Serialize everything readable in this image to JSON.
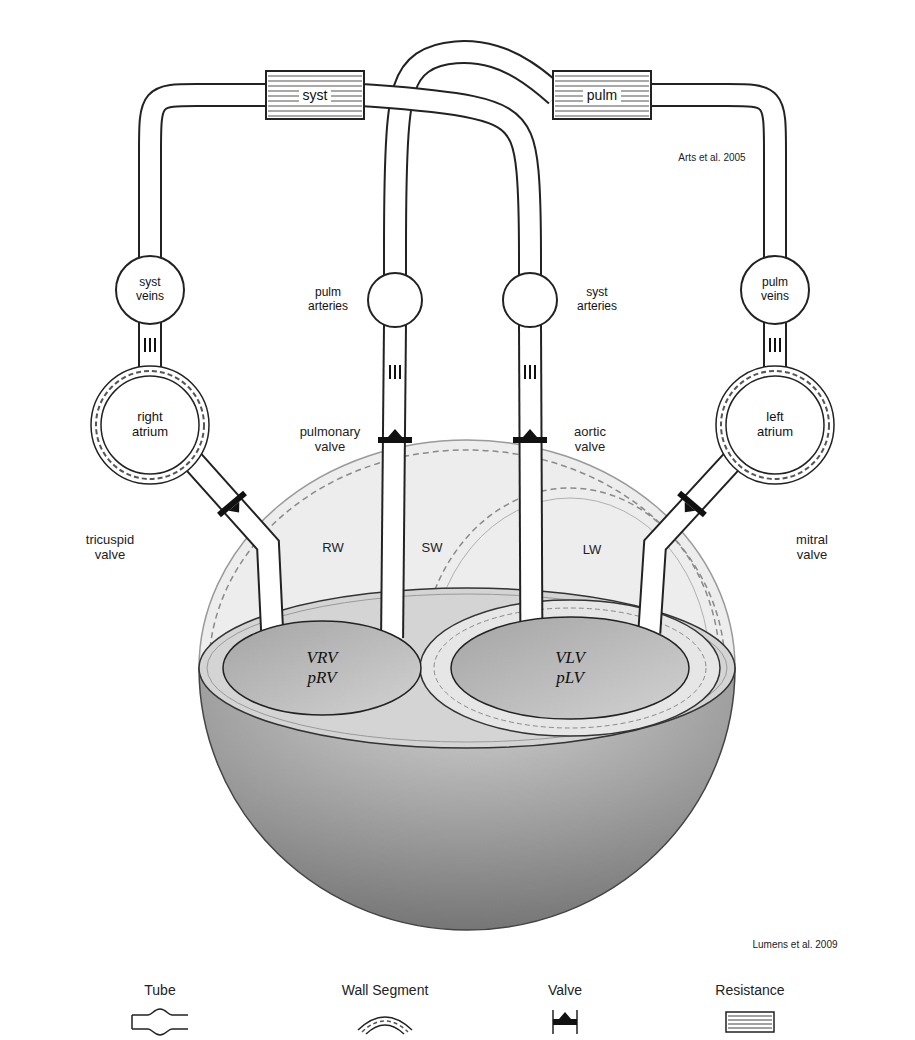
{
  "diagram": {
    "nodes": [
      {
        "text": [
          "syst"
        ]
      },
      {
        "text": [
          "pulm"
        ]
      },
      {
        "text": [
          "syst veins"
        ]
      },
      {
        "text": [
          "pulm arteries"
        ]
      },
      {
        "text": [
          "syst arteries"
        ]
      },
      {
        "text": [
          "pulm veins"
        ]
      },
      {
        "text": [
          "right atrium"
        ]
      },
      {
        "text": [
          "left atrium"
        ]
      },
      {
        "text": [
          "VRV",
          "pRV"
        ]
      },
      {
        "text": [
          "VLV",
          "pLV"
        ]
      }
    ],
    "edges": [
      {
        "from": 0,
        "to": 2,
        "arrow": "none"
      },
      {
        "from": 2,
        "to": 6,
        "arrow": "none"
      },
      {
        "from": 6,
        "to": 8,
        "arrow": "none"
      },
      {
        "from": 8,
        "to": 3,
        "arrow": "none"
      },
      {
        "from": 3,
        "to": 1,
        "arrow": "none"
      },
      {
        "from": 1,
        "to": 5,
        "arrow": "none"
      },
      {
        "from": 5,
        "to": 7,
        "arrow": "none"
      },
      {
        "from": 7,
        "to": 9,
        "arrow": "none"
      },
      {
        "from": 9,
        "to": 4,
        "arrow": "none"
      },
      {
        "from": 4,
        "to": 0,
        "arrow": "none"
      }
    ],
    "labels": [
      "Arts et al. 2005",
      "pulmonary valve",
      "aortic valve",
      "tricuspid valve",
      "mitral valve",
      "RW",
      "SW",
      "LW",
      "Lumens et al. 2009"
    ],
    "legend": [
      {
        "text": "Tube"
      },
      {
        "text": "Wall Segment"
      },
      {
        "text": "Valve"
      },
      {
        "text": "Resistance"
      }
    ]
  }
}
